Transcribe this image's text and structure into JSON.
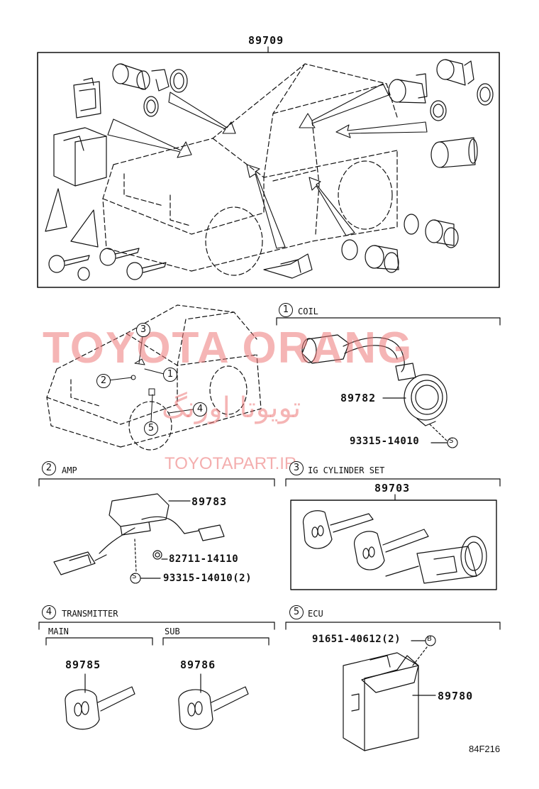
{
  "assembly": {
    "top_part_number": "89709"
  },
  "sections": {
    "coil": {
      "index": "1",
      "title": "COIL",
      "parts": [
        "89782",
        "93315-14010"
      ]
    },
    "amp": {
      "index": "2",
      "title": "AMP",
      "parts": [
        "89783",
        "82711-14110",
        "93315-14010(2)"
      ]
    },
    "ig_cylinder": {
      "index": "3",
      "title": "IG CYLINDER SET",
      "parts": [
        "89703"
      ]
    },
    "transmitter": {
      "index": "4",
      "title": "TRANSMITTER",
      "main_label": "MAIN",
      "sub_label": "SUB",
      "main_part": "89785",
      "sub_part": "89786"
    },
    "ecu": {
      "index": "5",
      "title": "ECU",
      "parts": [
        "91651-40612(2)",
        "89780"
      ]
    }
  },
  "callouts": [
    "1",
    "2",
    "3",
    "4",
    "5"
  ],
  "markers": {
    "screw": "S",
    "bolt": "B"
  },
  "watermark": {
    "main": "TOYOTA ORANG",
    "persian": "تویوتا اورنگ",
    "url": "TOYOTAPART.IR"
  },
  "figure_code": "84F216"
}
